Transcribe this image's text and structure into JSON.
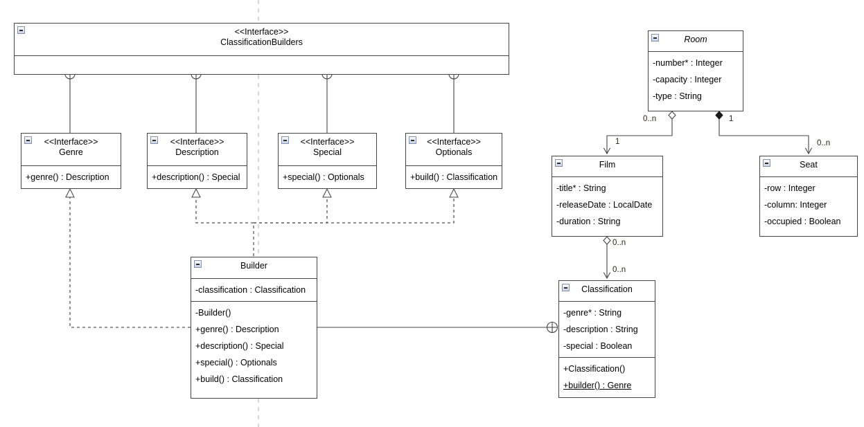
{
  "diagram": {
    "type": "uml-class-diagram",
    "page_break_guide": true
  },
  "classes": {
    "classification_builders": {
      "stereotype": "<<Interface>>",
      "name": "ClassificationBuilders",
      "collapse_icon": "minus-box-icon",
      "attributes": [],
      "operations": []
    },
    "genre": {
      "stereotype": "<<Interface>>",
      "name": "Genre",
      "collapse_icon": "minus-box-icon",
      "operations": [
        "+genre() : Description"
      ]
    },
    "description": {
      "stereotype": "<<Interface>>",
      "name": "Description",
      "collapse_icon": "minus-box-icon",
      "operations": [
        "+description() : Special"
      ]
    },
    "special": {
      "stereotype": "<<Interface>>",
      "name": "Special",
      "collapse_icon": "minus-box-icon",
      "operations": [
        "+special() : Optionals"
      ]
    },
    "optionals": {
      "stereotype": "<<Interface>>",
      "name": "Optionals",
      "collapse_icon": "minus-box-icon",
      "operations": [
        "+build() : Classification"
      ]
    },
    "builder": {
      "stereotype": "",
      "name": "Builder",
      "collapse_icon": "minus-box-icon",
      "attributes": [
        "-classification : Classification"
      ],
      "operations": [
        "-Builder()",
        "+genre() : Description",
        "+description() : Special",
        "+special() : Optionals",
        "+build() : Classification"
      ]
    },
    "room": {
      "stereotype": "",
      "name": "Room",
      "abstract": true,
      "collapse_icon": "minus-box-icon",
      "attributes": [
        "-number* : Integer",
        "-capacity : Integer",
        "-type : String"
      ]
    },
    "film": {
      "stereotype": "",
      "name": "Film",
      "collapse_icon": "minus-box-icon",
      "attributes": [
        "-title* : String",
        "-releaseDate : LocalDate",
        "-duration : String"
      ]
    },
    "seat": {
      "stereotype": "",
      "name": "Seat",
      "collapse_icon": "minus-box-icon",
      "attributes": [
        "-row : Integer",
        "-column: Integer",
        "-occupied : Boolean"
      ]
    },
    "classification": {
      "stereotype": "",
      "name": "Classification",
      "collapse_icon": "minus-box-icon",
      "attributes": [
        "-genre* : String",
        "-description : String",
        "-special : Boolean"
      ],
      "operations": [
        "+Classification()",
        "+builder() : Genre"
      ],
      "static_operations": [
        "+builder() : Genre"
      ]
    }
  },
  "relationships": {
    "nested_genre": {
      "kind": "nested-class",
      "from": "ClassificationBuilders",
      "to": "Genre"
    },
    "nested_description": {
      "kind": "nested-class",
      "from": "ClassificationBuilders",
      "to": "Description"
    },
    "nested_special": {
      "kind": "nested-class",
      "from": "ClassificationBuilders",
      "to": "Special"
    },
    "nested_optionals": {
      "kind": "nested-class",
      "from": "ClassificationBuilders",
      "to": "Optionals"
    },
    "realize_genre": {
      "kind": "realization",
      "from": "Builder",
      "to": "Genre"
    },
    "realize_description": {
      "kind": "realization",
      "from": "Builder",
      "to": "Description"
    },
    "realize_special": {
      "kind": "realization",
      "from": "Builder",
      "to": "Special"
    },
    "realize_optionals": {
      "kind": "realization",
      "from": "Builder",
      "to": "Optionals"
    },
    "nested_builder": {
      "kind": "nested-class",
      "from": "Classification",
      "to": "Builder"
    },
    "room_film": {
      "kind": "aggregation",
      "from": "Room",
      "to": "Film"
    },
    "room_seat": {
      "kind": "composition",
      "from": "Room",
      "to": "Seat"
    },
    "film_classification": {
      "kind": "aggregation",
      "from": "Film",
      "to": "Classification"
    }
  },
  "multiplicities": {
    "room_film_source": "0..n",
    "room_film_target": "1",
    "room_seat_source": "1",
    "room_seat_target": "0..n",
    "film_classification_source": "0..n",
    "film_classification_target": "0..n"
  },
  "colors": {
    "line": "#444444",
    "dashed_line": "#555555",
    "page_break": "#d8d8d8",
    "text": "#000000",
    "multiplicity_text": "#2b1f12",
    "box_fill": "#ffffff",
    "icon_border": "#8591ad"
  }
}
